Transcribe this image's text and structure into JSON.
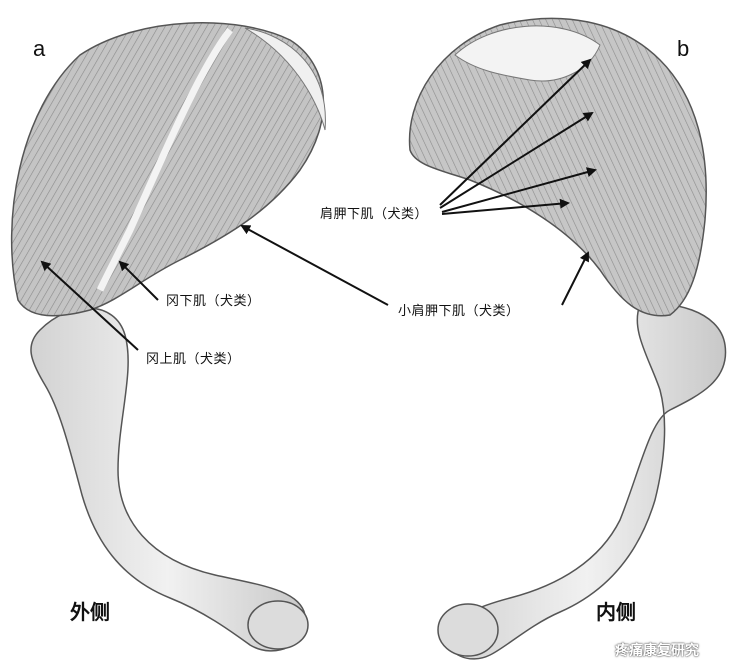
{
  "panels": {
    "a": {
      "letter": "a",
      "view_label": "外侧",
      "labels": {
        "infraspinatus": "冈下肌（犬类）",
        "supraspinatus": "冈上肌（犬类）"
      }
    },
    "b": {
      "letter": "b",
      "view_label": "内侧",
      "labels": {
        "subscapularis": "肩胛下肌（犬类）"
      }
    }
  },
  "shared_labels": {
    "teres_minor": "小肩胛下肌（犬类）"
  },
  "watermark": "疼痛康复研究",
  "colors": {
    "ink": "#111111",
    "muscle_fill": "#bdbdbd",
    "bone_fill": "#e6e6e6",
    "cartilage": "#f4f4f4"
  }
}
